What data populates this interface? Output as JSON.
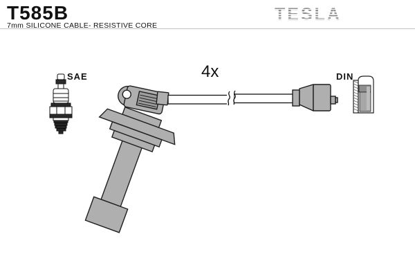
{
  "header": {
    "part_number": "T585B",
    "subtitle": "7mm SILICONE CABLE- RESISTIVE CORE",
    "brand": "TESLA"
  },
  "diagram": {
    "quantity_label": "4x",
    "plug_end_label": "SAE",
    "distributor_end_label": "DIN",
    "parts": [
      "spark-plug",
      "coil-type-plug-boot",
      "ignition-cable",
      "cable-length-break",
      "distributor-boot",
      "din-terminal-cap"
    ]
  },
  "colors": {
    "logo_gray": "#8f8f8f",
    "illustration_gray": "#afafaf",
    "outline": "#1a1a1a",
    "divider": "#c4c4c4",
    "background": "#ffffff"
  }
}
